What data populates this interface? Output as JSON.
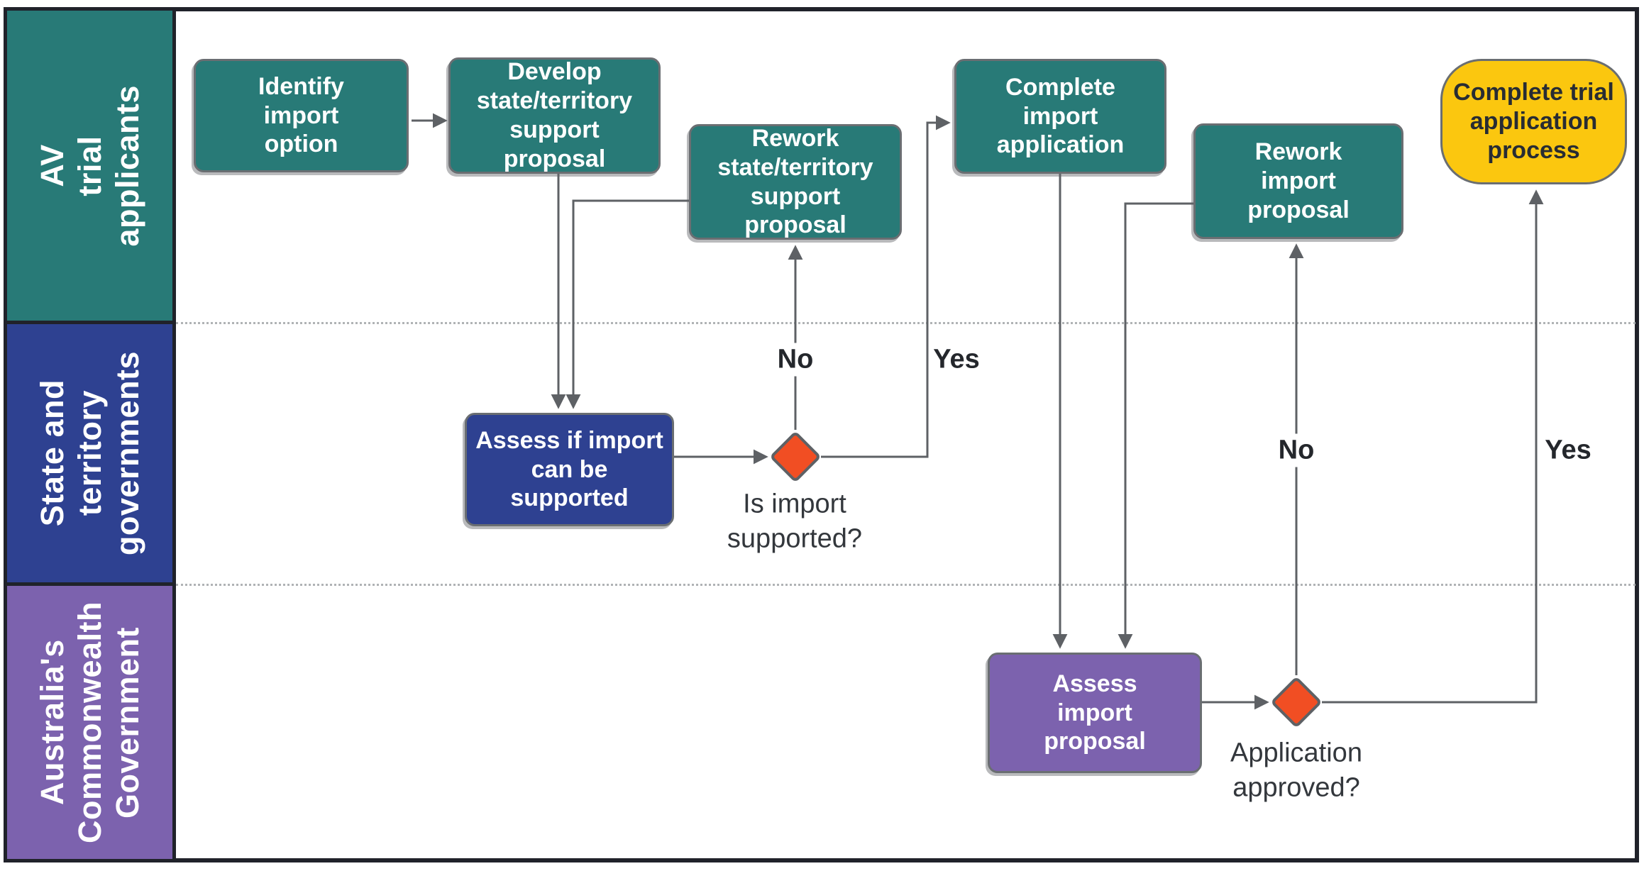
{
  "lanes": [
    {
      "label": "AV\ntrial\napplicants",
      "color": "#287a77"
    },
    {
      "label": "State and\nterritory\ngovernments",
      "color": "#2e4191"
    },
    {
      "label": "Australia's\nCommonwealth\nGovernment",
      "color": "#7c62ae"
    }
  ],
  "nodes": {
    "identify_import_option": "Identify\nimport\noption",
    "develop_support_proposal": "Develop\nstate/territory\nsupport\nproposal",
    "rework_support_proposal": "Rework\nstate/territory\nsupport\nproposal",
    "complete_import_application": "Complete\nimport\napplication",
    "rework_import_proposal": "Rework\nimport\nproposal",
    "complete_trial_application": "Complete trial\napplication\nprocess",
    "assess_if_import_supported": "Assess if import\ncan be\nsupported",
    "assess_import_proposal": "Assess\nimport\nproposal"
  },
  "decisions": {
    "is_import_supported": "Is import\nsupported?",
    "application_approved": "Application\napproved?"
  },
  "edge_labels": {
    "no1": "No",
    "yes1": "Yes",
    "no2": "No",
    "yes2": "Yes"
  },
  "colors": {
    "teal": "#287a77",
    "navy": "#2e4191",
    "purple": "#7c62ae",
    "yellow_terminator": "#fbc70f",
    "decision_diamond": "#f14e23",
    "arrow_gray": "#5e6165",
    "frame_dark": "#20222a",
    "node_border": "#6a6e72",
    "text_on_node": "#ffffff",
    "text_dark": "#24272c"
  }
}
